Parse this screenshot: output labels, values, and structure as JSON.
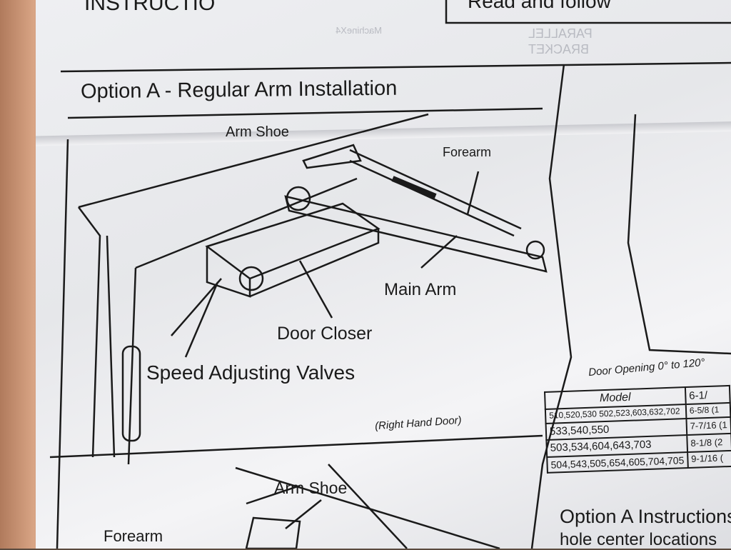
{
  "header": {
    "partial_title": "INSTRUCTIO",
    "notice_partial": "Read and follow"
  },
  "ghost_labels": [
    "PARALLEL",
    "BRACKET",
    "MachineX4"
  ],
  "section": {
    "title": "Option A - Regular Arm Installation"
  },
  "diagram_labels": {
    "arm_shoe": "Arm Shoe",
    "forearm": "Forearm",
    "main_arm": "Main Arm",
    "door_closer": "Door Closer",
    "speed_valves": "Speed Adjusting Valves",
    "door_side": "(Right Hand Door)"
  },
  "lower_labels": {
    "arm_shoe": "Arm Shoe",
    "forearm": "Forearm"
  },
  "table": {
    "caption": "Door Opening 0° to 120°",
    "header": [
      "Model",
      "6-1/"
    ],
    "rows": [
      [
        "510,520,530 502,523,603,632,702",
        "6-5/8 (1"
      ],
      [
        "533,540,550",
        "7-7/16 (1"
      ],
      [
        "503,534,604,643,703",
        "8-1/8 (2"
      ],
      [
        "504,543,505,654,605,704,705",
        "9-1/16 ("
      ]
    ]
  },
  "instructions": {
    "title": "Option A Instructions",
    "subtitle": "hole center locations"
  },
  "colors": {
    "paper": "#eeeff2",
    "ink": "#1a1a1a"
  }
}
